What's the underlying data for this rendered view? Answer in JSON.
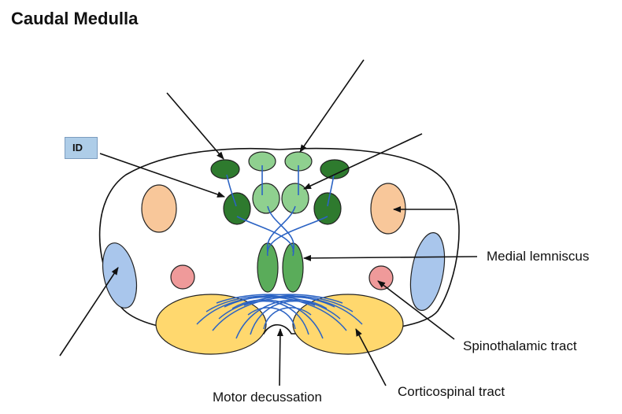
{
  "title": "Caudal Medulla",
  "id_box": {
    "label": "ID"
  },
  "labels": {
    "medial_lemniscus": "Medial lemniscus",
    "spinothalamic_tract": "Spinothalamic tract",
    "corticospinal_tract": "Corticospinal tract",
    "motor_decussation": "Motor decussation"
  },
  "colors": {
    "dark_green": "#2e7a2e",
    "light_green": "#8fd08f",
    "lemniscus_green": "#5aac5a",
    "peach": "#f8c79a",
    "blue": "#a9c6ec",
    "pink": "#ef9a9a",
    "yellow": "#ffd86e",
    "fiber_blue": "#2b63c4"
  }
}
